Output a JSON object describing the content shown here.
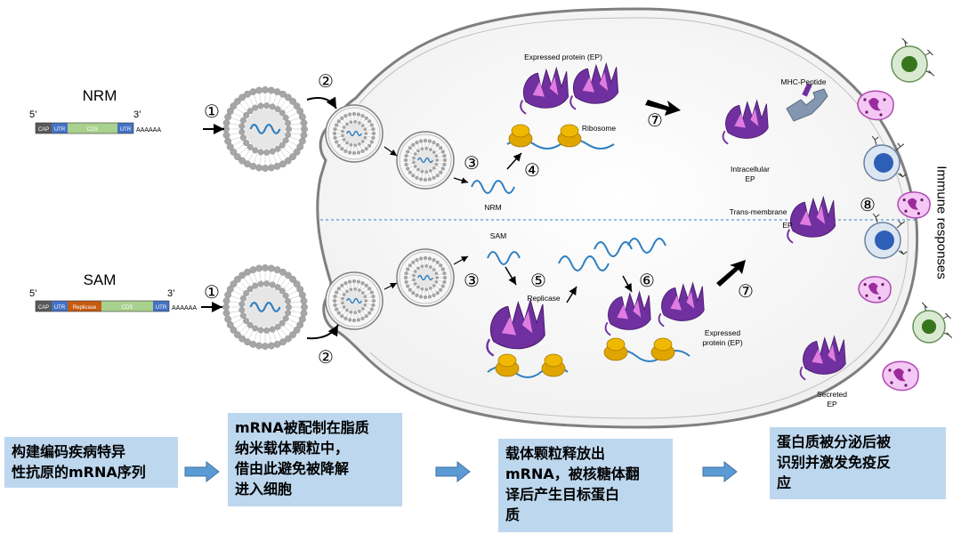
{
  "nrm": {
    "title": "NRM",
    "five_prime": "5’",
    "three_prime": "3’",
    "segments": [
      "CAP",
      "UTR",
      "CDS",
      "UTR"
    ],
    "polya": "AAAAAA"
  },
  "sam": {
    "title": "SAM",
    "five_prime": "5’",
    "three_prime": "3’",
    "segments": [
      "CAP",
      "UTR",
      "Replicase",
      "CDS",
      "UTR"
    ],
    "polya": "AAAAAA"
  },
  "steps": [
    "①",
    "②",
    "③",
    "④",
    "⑤",
    "⑥",
    "⑦",
    "⑧"
  ],
  "labels": {
    "expressed_protein": "Expressed protein (EP)",
    "ribosome": "Ribosome",
    "nrm_strand": "NRM",
    "sam_strand": "SAM",
    "replicase": "Replicase",
    "expressed_protein_2_line1": "Expressed",
    "expressed_protein_2_line2": "protein (EP)",
    "mhc_peptide": "MHC-Peptide",
    "intracellular_line1": "Intracellular",
    "intracellular_line2": "EP",
    "transmembrane_line1": "Trans-membrane",
    "transmembrane_line2": "EP",
    "secreted_line1": "Secreted",
    "secreted_line2": "EP",
    "immune_responses": "Immune responses"
  },
  "flow_boxes": [
    {
      "lines": [
        "构建编码疾病特异",
        "性抗原的mRNA序列"
      ]
    },
    {
      "lines": [
        "mRNA被配制在脂质",
        "纳米载体颗粒中，",
        "借由此避免被降解",
        "进入细胞"
      ]
    },
    {
      "lines": [
        "载体颗粒释放出",
        "mRNA，被核糖体翻",
        "译后产生目标蛋白",
        "质"
      ]
    },
    {
      "lines": [
        "蛋白质被分泌后被",
        "识别并激发免疫反",
        "应"
      ]
    }
  ],
  "colors": {
    "lipid_head": "#a6a6a6",
    "mrna": "#2f7fc1",
    "protein": "#7030a0",
    "protein_light": "#e07ce0",
    "ribosome": "#e1a500",
    "cap": "#595959",
    "utr": "#4472c4",
    "cds": "#a9d18e",
    "replicase": "#c55a11",
    "box_fill": "#bdd7ee",
    "flow_arrow": "#5b9bd5"
  }
}
